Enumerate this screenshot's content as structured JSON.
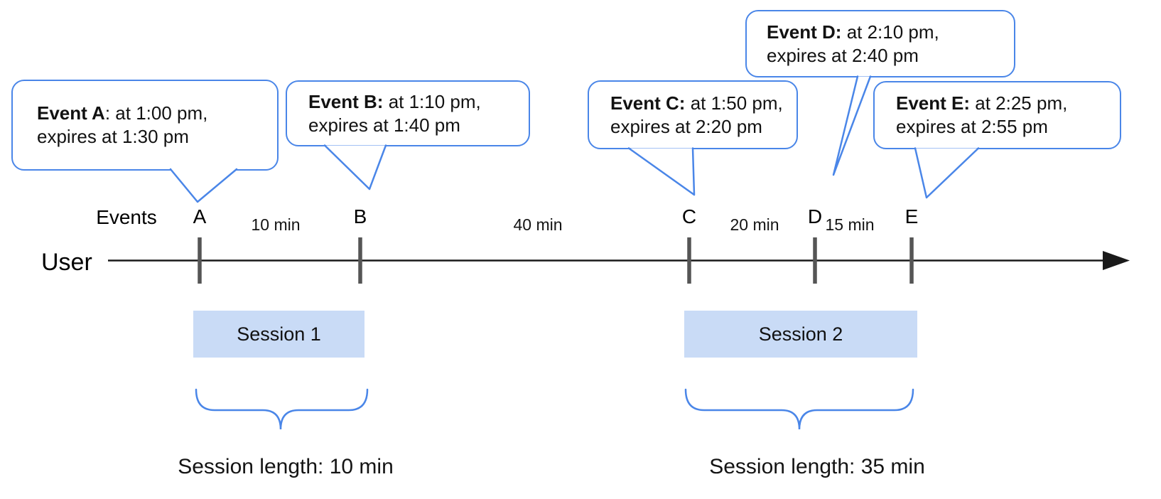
{
  "bubbles": [
    {
      "id": "A",
      "bold": "Event A",
      "rest": ": at 1:00 pm,",
      "line2": "expires at 1:30 pm"
    },
    {
      "id": "B",
      "bold": "Event B:",
      "rest": " at 1:10 pm,",
      "line2": "expires at 1:40 pm"
    },
    {
      "id": "C",
      "bold": "Event C:",
      "rest": " at 1:50 pm,",
      "line2": "expires at 2:20 pm"
    },
    {
      "id": "D",
      "bold": "Event D:",
      "rest": " at 2:10 pm,",
      "line2": "expires at 2:40 pm"
    },
    {
      "id": "E",
      "bold": "Event E:",
      "rest": " at 2:25 pm,",
      "line2": "expires at 2:55 pm"
    }
  ],
  "timeline": {
    "user_label": "User",
    "events_label": "Events",
    "tick_labels": [
      "A",
      "B",
      "C",
      "D",
      "E"
    ],
    "interval_labels": [
      "10 min",
      "40 min",
      "20 min",
      "15 min"
    ]
  },
  "sessions": [
    {
      "label": "Session 1",
      "length_label": "Session length: 10 min"
    },
    {
      "label": "Session 2",
      "length_label": "Session length: 35 min"
    }
  ],
  "colors": {
    "accent_blue": "#4a86e8",
    "session_fill": "#c9dbf6",
    "tick_gray": "#555555",
    "axis_black": "#1a1a1a"
  }
}
